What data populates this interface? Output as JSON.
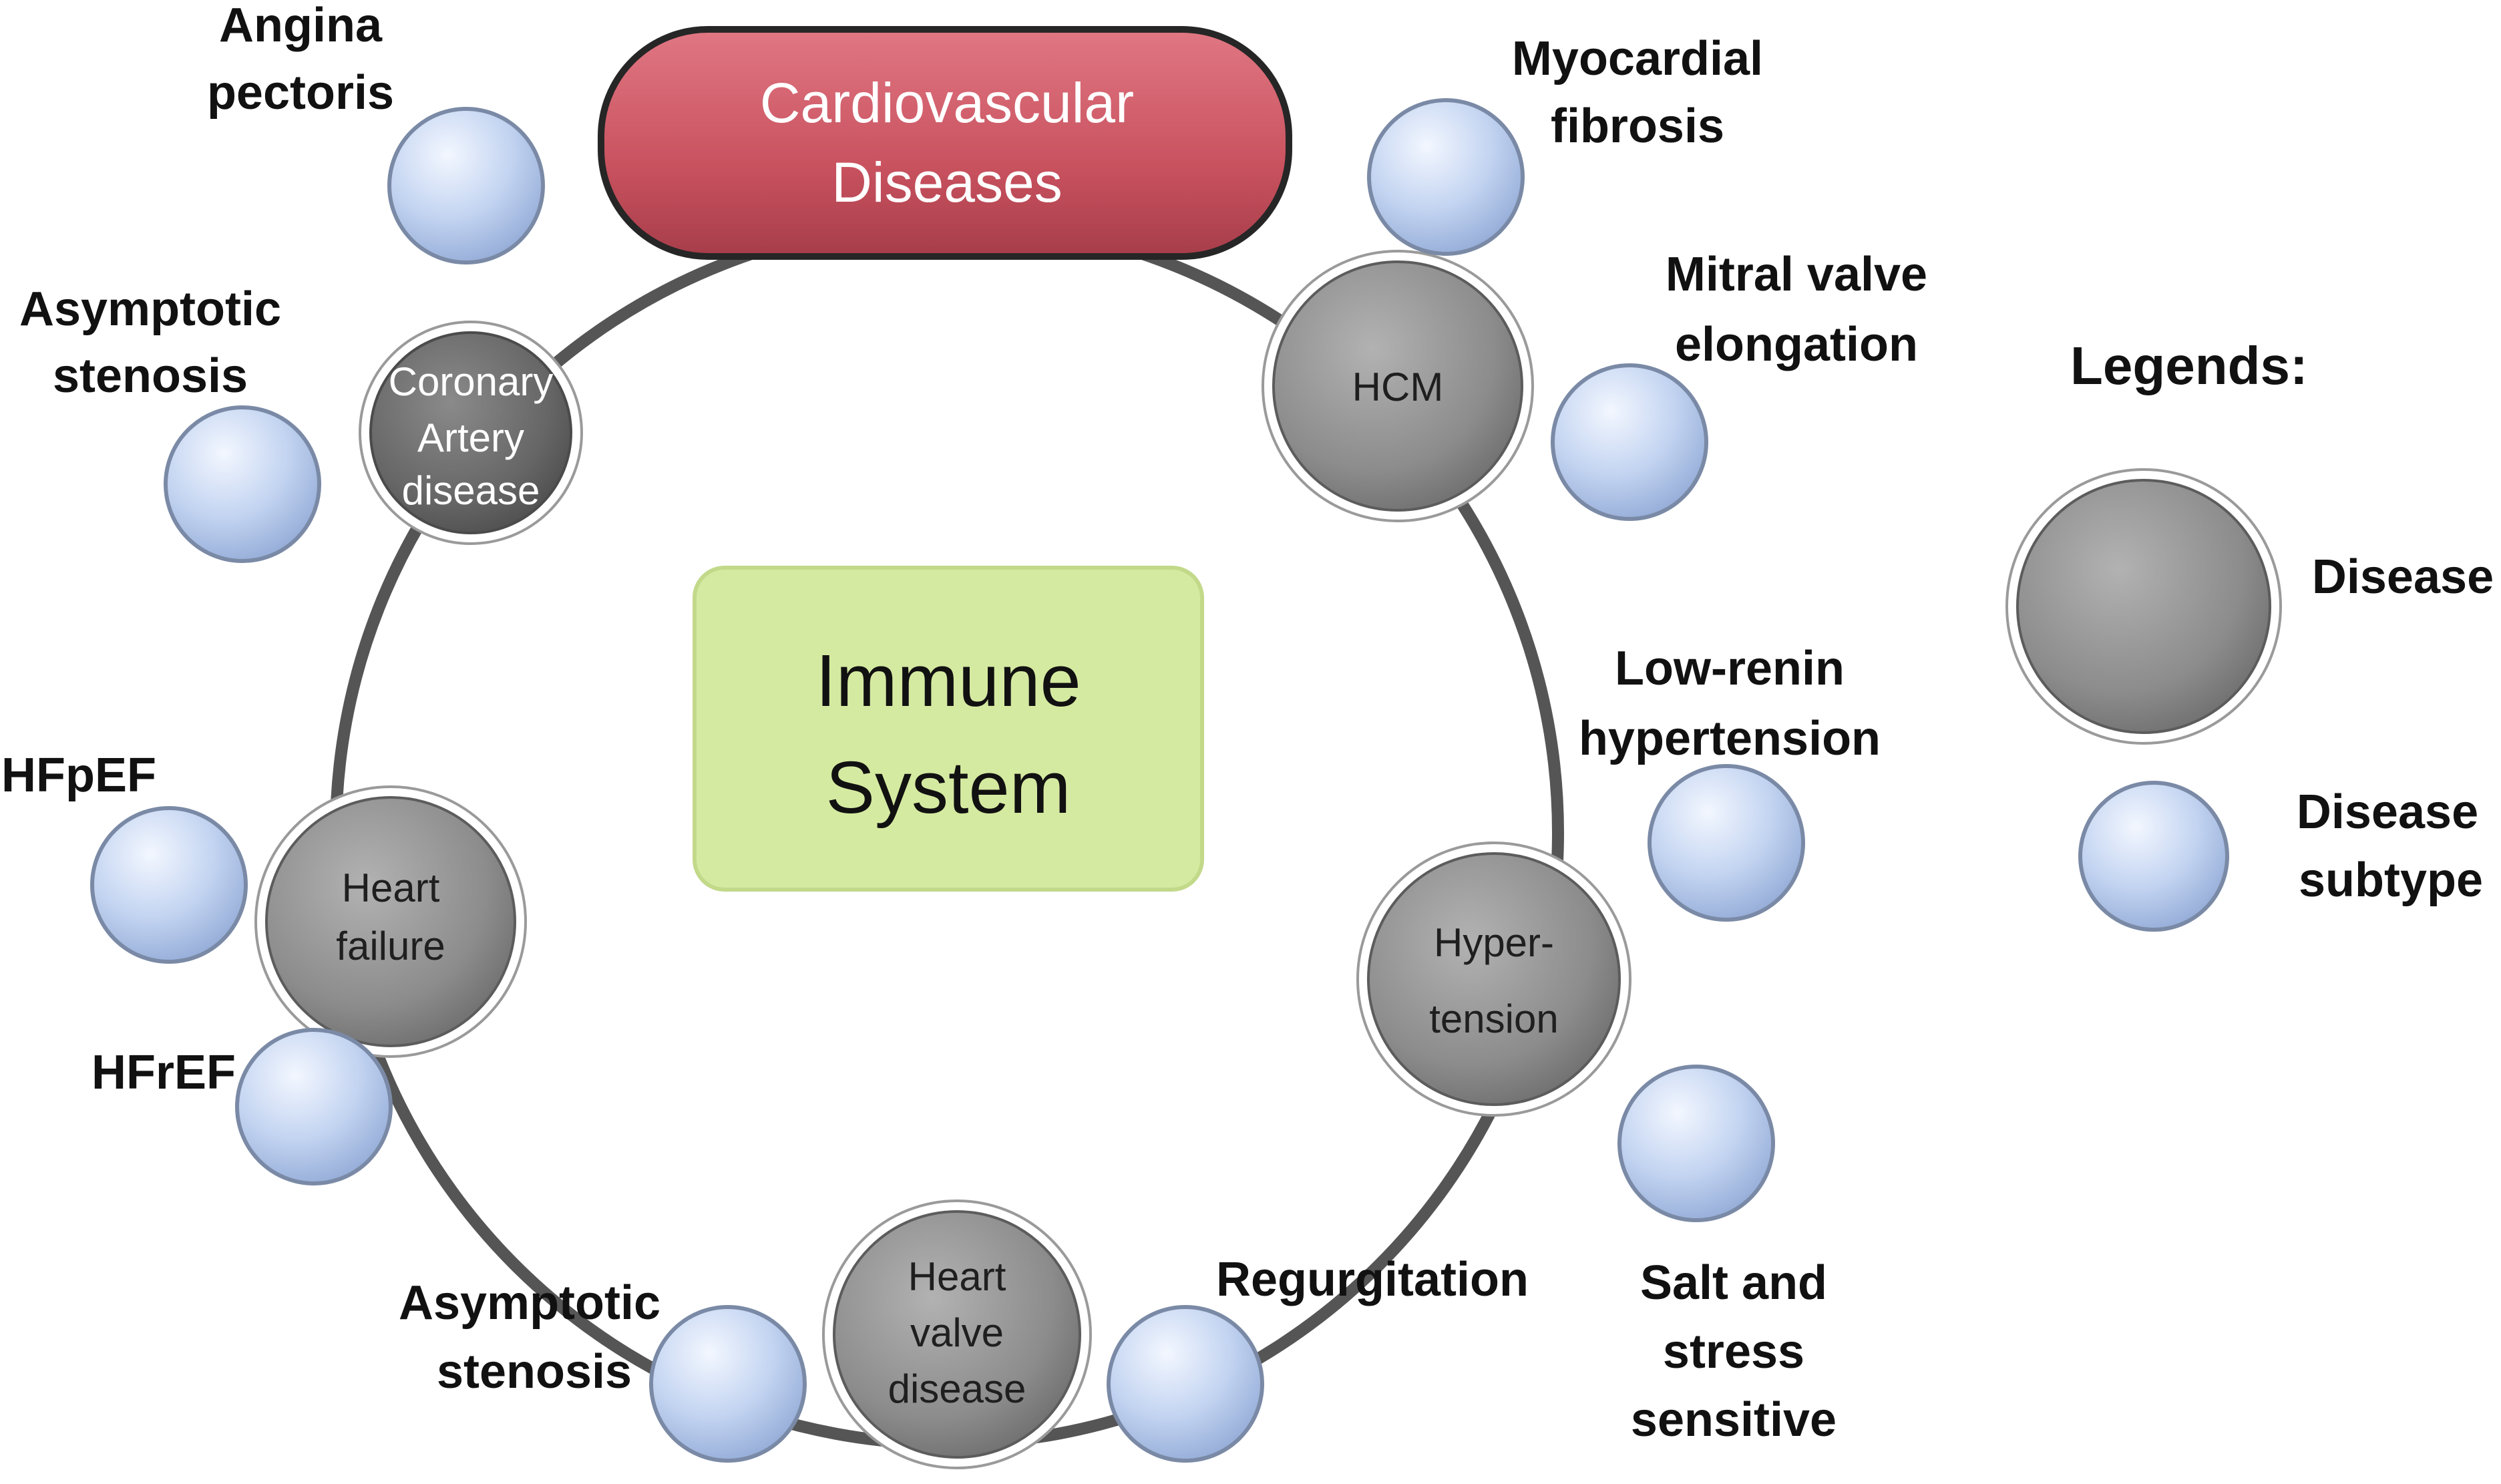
{
  "title": {
    "line1": "Cardiovascular",
    "line2": "Diseases"
  },
  "center": {
    "line1": "Immune",
    "line2": "System"
  },
  "diseases": {
    "coronary": {
      "lines": [
        "Coronary",
        "Artery",
        "disease"
      ]
    },
    "hcm": {
      "lines": [
        "HCM"
      ]
    },
    "hypertension": {
      "lines": [
        "Hyper-",
        "tension"
      ]
    },
    "heart_valve": {
      "lines": [
        "Heart",
        "valve",
        "disease"
      ]
    },
    "heart_failure": {
      "lines": [
        "Heart",
        "failure"
      ]
    }
  },
  "subtypes": {
    "angina": {
      "lines": [
        "Angina",
        "pectoris"
      ]
    },
    "asymptotic_cad": {
      "lines": [
        "Asymptotic",
        "stenosis"
      ]
    },
    "myocardial": {
      "lines": [
        "Myocardial",
        "fibrosis"
      ]
    },
    "mitral": {
      "lines": [
        "Mitral valve",
        "elongation"
      ]
    },
    "low_renin": {
      "lines": [
        "Low-renin",
        "hypertension"
      ]
    },
    "salt": {
      "lines": [
        "Salt and",
        "stress",
        "sensitive"
      ]
    },
    "regurgitation": {
      "lines": [
        "Regurgitation"
      ]
    },
    "asymptotic_valve": {
      "lines": [
        "Asymptotic",
        "stenosis"
      ]
    },
    "hfpef": {
      "lines": [
        "HFpEF"
      ]
    },
    "hfref": {
      "lines": [
        "HFrEF"
      ]
    }
  },
  "legend": {
    "title": "Legends:",
    "disease": {
      "lines": [
        "Disease"
      ]
    },
    "subtype": {
      "lines": [
        "Disease",
        "subtype"
      ]
    }
  },
  "colors": {
    "title_fill": "#c9525f",
    "center_fill": "#d5eaa1",
    "disease_fill": "#8f8f8f",
    "subtype_fill": "#bccfee",
    "ring": "#555555"
  }
}
